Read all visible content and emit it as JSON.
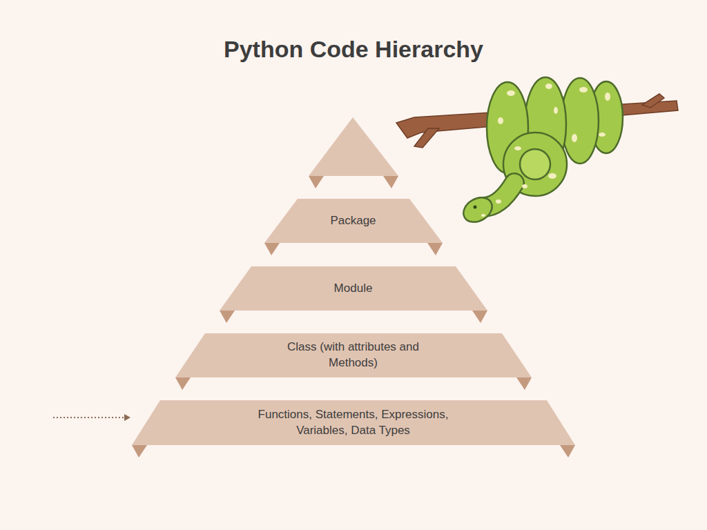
{
  "diagram": {
    "title": "Python Code Hierarchy",
    "nodes": [
      {
        "text": [
          "Package"
        ]
      },
      {
        "text": [
          "Module"
        ]
      },
      {
        "text": [
          "Class (with attributes and Methods)"
        ]
      },
      {
        "text": [
          "Functions, Statements, Expressions, Variables, Data Types"
        ]
      }
    ]
  }
}
